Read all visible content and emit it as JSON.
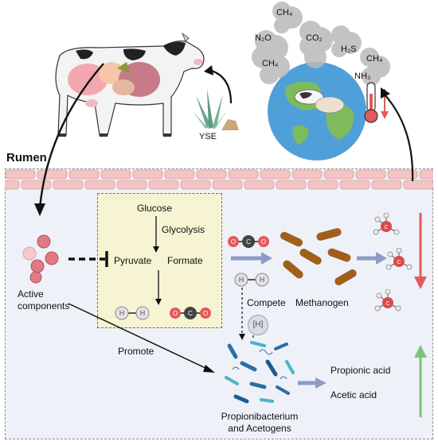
{
  "rumen_title": "Rumen",
  "yse_label": "YSE",
  "gases": {
    "ch4_a": "CH₄",
    "n2o": "N₂O",
    "co2": "CO₂",
    "ch4_b": "CH₄",
    "h2s": "H₂S",
    "ch4_c": "CH₄",
    "nh3": "NH₃"
  },
  "pathway": {
    "glucose": "Glucose",
    "glycolysis": "Glycolysis",
    "pyruvate": "Pyruvate",
    "formate": "Formate"
  },
  "active_components": [
    "Active",
    "components"
  ],
  "promote": "Promote",
  "compete": "Compete",
  "h_bracket": "[H]",
  "methanogen": "Methanogen",
  "propionic_acid": "Propionic acid",
  "acetic_acid": "Acetic acid",
  "bacteria_label": [
    "Propionibacterium",
    "and Acetogens"
  ],
  "colors": {
    "rumen_bg": "#eef1f8",
    "epithelium": "#f2c4c4",
    "pathway_box": "#f6f4d2",
    "active_dot": "#e07b85",
    "methanogen": "#a15f1c",
    "flow_arrow": "#8c9bc6",
    "red_arrow": "#e35a5a",
    "green_arrow": "#7cc47a"
  }
}
